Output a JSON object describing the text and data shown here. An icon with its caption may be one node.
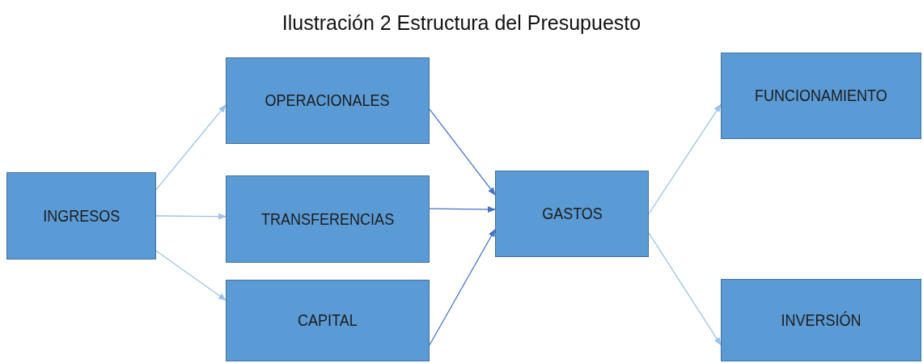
{
  "diagram": {
    "title": "Ilustración 2 Estructura del Presupuesto",
    "nodes": [
      {
        "text": [
          "INGRESOS"
        ]
      },
      {
        "text": [
          "OPERACIONALES"
        ]
      },
      {
        "text": [
          "TRANSFERENCIAS"
        ]
      },
      {
        "text": [
          "CAPITAL"
        ]
      },
      {
        "text": [
          "GASTOS"
        ]
      },
      {
        "text": [
          "FUNCIONAMIENTO"
        ]
      },
      {
        "text": [
          "INVERSIÓN"
        ]
      }
    ],
    "edges": [
      {
        "from": 0,
        "to": 1,
        "arrow": "to"
      },
      {
        "from": 0,
        "to": 2,
        "arrow": "to"
      },
      {
        "from": 0,
        "to": 3,
        "arrow": "to"
      },
      {
        "from": 1,
        "to": 4,
        "arrow": "to",
        "color": "#4472c4"
      },
      {
        "from": 2,
        "to": 4,
        "arrow": "to",
        "color": "#4472c4"
      },
      {
        "from": 3,
        "to": 4,
        "arrow": "to",
        "color": "#4472c4"
      },
      {
        "from": 4,
        "to": 5,
        "arrow": "to"
      },
      {
        "from": 4,
        "to": 6,
        "arrow": "to"
      }
    ]
  }
}
